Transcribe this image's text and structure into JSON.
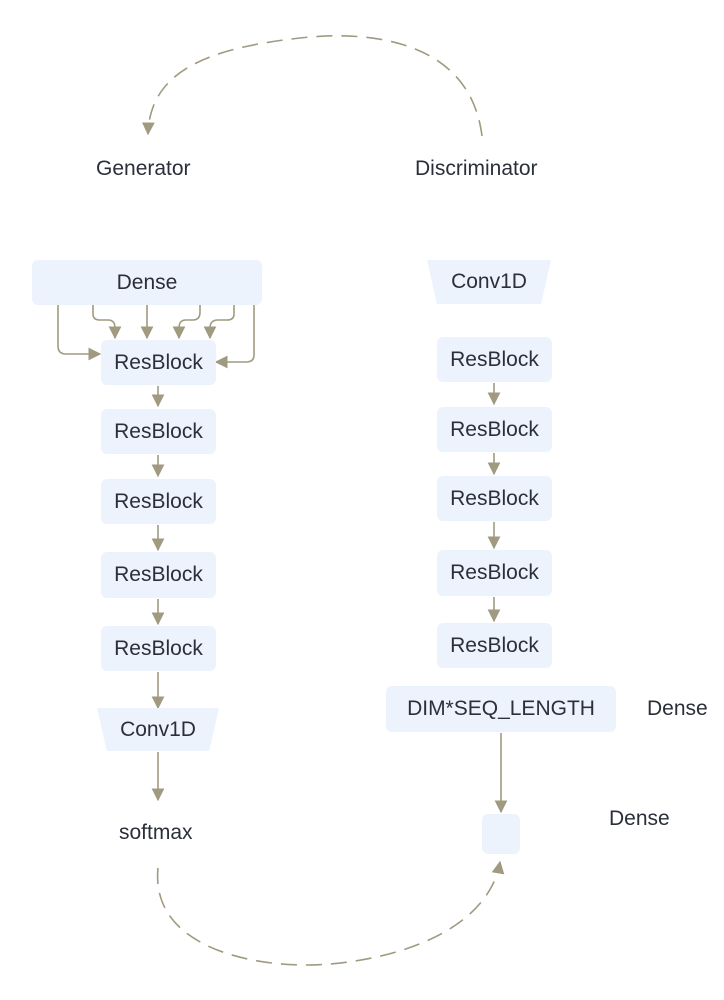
{
  "colors": {
    "node_fill": "#edf3fc",
    "edge": "#a09a80",
    "text": "#2b2f3a"
  },
  "generator": {
    "title": "Generator",
    "dense": "Dense",
    "resblocks": [
      "ResBlock",
      "ResBlock",
      "ResBlock",
      "ResBlock",
      "ResBlock"
    ],
    "conv": "Conv1D",
    "output": "softmax"
  },
  "discriminator": {
    "title": "Discriminator",
    "conv": "Conv1D",
    "resblocks": [
      "ResBlock",
      "ResBlock",
      "ResBlock",
      "ResBlock",
      "ResBlock"
    ],
    "reshape": "DIM*SEQ_LENGTH",
    "dense_label_1": "Dense",
    "dense_label_2": "Dense",
    "final_node": ""
  }
}
